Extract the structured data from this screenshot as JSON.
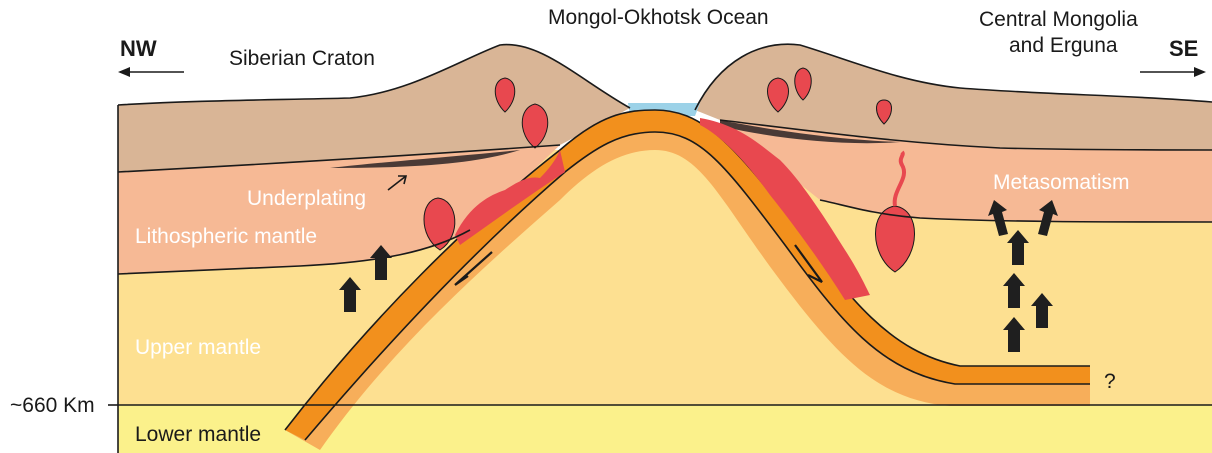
{
  "labels": {
    "ocean": "Mongol-Okhotsk Ocean",
    "siberian": "Siberian Craton",
    "central_line1": "Central Mongolia",
    "central_line2": "and Erguna",
    "nw": "NW",
    "se": "SE",
    "underplating": "Underplating",
    "metasomatism": "Metasomatism",
    "litho": "Lithospheric mantle",
    "upper": "Upper mantle",
    "lower": "Lower mantle",
    "depth": "~660 Km",
    "question": "?"
  },
  "colors": {
    "crust": "#d9b596",
    "litho": "#f6b995",
    "upper_mantle": "#fde091",
    "lower_mantle": "#fbf18b",
    "slab_top": "#f2901d",
    "slab_bottom": "#f7ae5a",
    "magma": "#e8484f",
    "ocean": "#9cd2e8",
    "underplate": "#4a3a36",
    "arrow": "#1f1f1f"
  },
  "icons": {
    "direction_arrows": "arrow-left / arrow-right",
    "fluid_arrows": "block-arrow-up"
  }
}
